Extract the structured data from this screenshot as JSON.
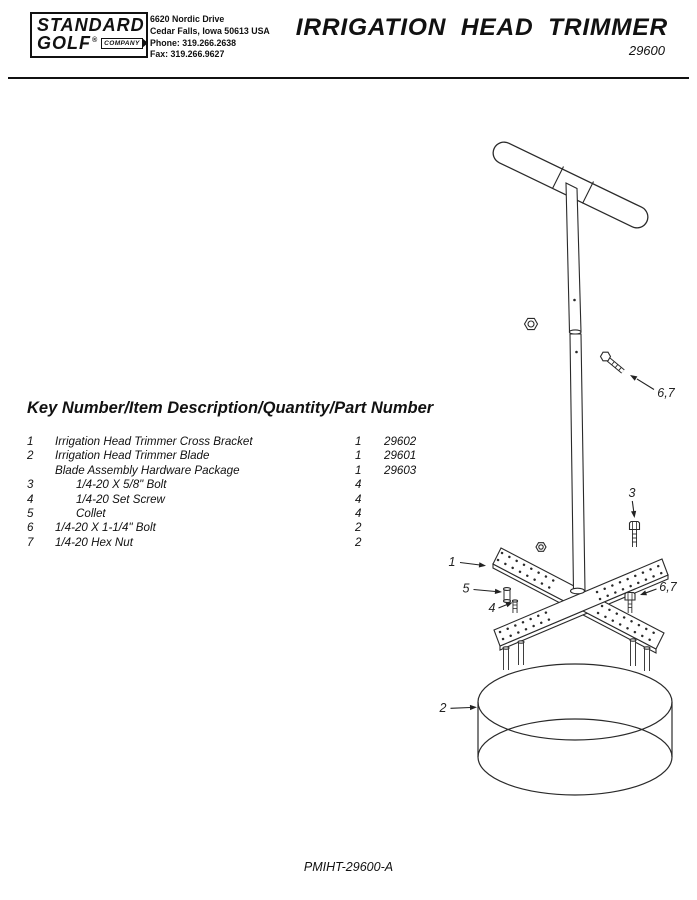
{
  "header": {
    "logo": {
      "line1": "STANDARD",
      "line2": "GOLF",
      "registered": "®",
      "banner": "COMPANY"
    },
    "address": [
      "6620 Nordic Drive",
      "Cedar Falls, Iowa  50613  USA",
      "Phone: 319.266.2638",
      "Fax: 319.266.9627"
    ],
    "title": "IRRIGATION HEAD TRIMMER",
    "model": "29600"
  },
  "parts": {
    "heading": "Key Number/Item Description/Quantity/Part Number",
    "rows": [
      {
        "key": "1",
        "description": "Irrigation Head Trimmer Cross Bracket",
        "qty": "1",
        "part": "29602"
      },
      {
        "key": "2",
        "description": "Irrigation Head Trimmer Blade",
        "qty": "1",
        "part": "29601"
      },
      {
        "key": "",
        "description": "Blade Assembly Hardware Package",
        "qty": "1",
        "part": "29603"
      },
      {
        "key": "3",
        "description": "1/4-20 X 5/8\" Bolt",
        "qty": "4",
        "part": ""
      },
      {
        "key": "4",
        "description": "1/4-20 Set Screw",
        "qty": "4",
        "part": ""
      },
      {
        "key": "5",
        "description": "Collet",
        "qty": "4",
        "part": ""
      },
      {
        "key": "6",
        "description": "1/4-20 X 1-1/4\" Bolt",
        "qty": "2",
        "part": ""
      },
      {
        "key": "7",
        "description": "1/4-20 Hex Nut",
        "qty": "2",
        "part": ""
      }
    ]
  },
  "diagram": {
    "callouts": [
      "6,7",
      "3",
      "1",
      "5",
      "4",
      "6,7",
      "2"
    ]
  },
  "footer": {
    "doc_number": "PMIHT-29600-A"
  },
  "colors": {
    "ink": "#111111",
    "line": "#2a2a2a",
    "paper": "#ffffff"
  }
}
